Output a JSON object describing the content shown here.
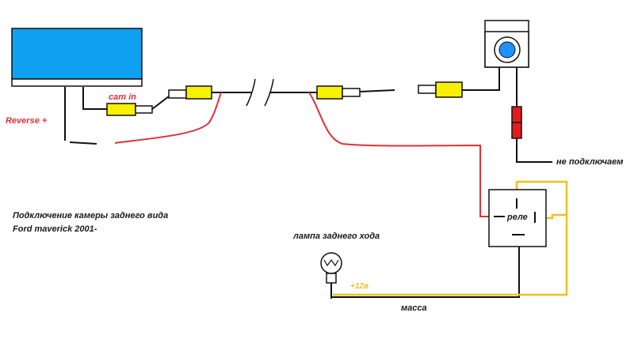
{
  "labels": {
    "cam_in": "cam in",
    "reverse_plus": "Reverse +",
    "not_connected": "не подключаем",
    "relay": "реле",
    "title_line1": "Подключение камеры заднего вида",
    "title_line2": "Ford maverick 2001-",
    "reverse_lamp": "лампа заднего хода",
    "plus12v": "+12в",
    "ground": "масса"
  },
  "colors": {
    "wire_red": "#e0303a",
    "wire_yellow": "#f0c020",
    "wire_black": "#111111",
    "connector_yellow": "#f7f000",
    "monitor_blue": "#10a0f0",
    "camera_blue": "#1e90ff",
    "fuse_red": "#e31c1c"
  },
  "icons": {
    "monitor": "monitor-icon",
    "camera": "camera-icon",
    "relay": "relay-icon",
    "lamp": "light-bulb-icon",
    "fuse": "fuse-icon",
    "break": "wire-break-icon"
  }
}
